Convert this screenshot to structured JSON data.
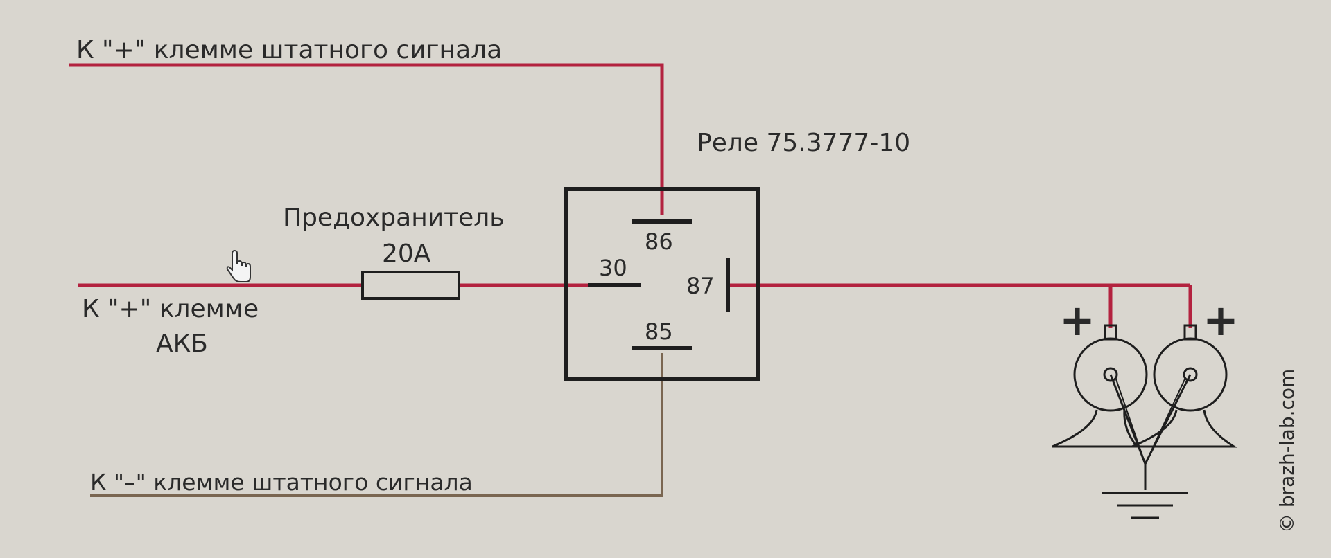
{
  "labels": {
    "top_wire": "К \"+\"  клемме штатного сигнала",
    "relay_title": "Реле 75.3777-10",
    "fuse_title": "Предохранитель",
    "fuse_rating": "20А",
    "battery_line1": "К \"+\" клемме",
    "battery_line2": "АКБ",
    "bottom_wire": "К \"–\" клемме штатного сигнала",
    "horn_plus_left": "+",
    "horn_plus_right": "+",
    "watermark": "© brazh-lab.com"
  },
  "pins": {
    "p86": "86",
    "p30": "30",
    "p87": "87",
    "p85": "85"
  },
  "colors": {
    "background": "#d9d6cf",
    "positive_wire": "#b3223f",
    "negative_wire": "#7a6651",
    "ink": "#1e1e1e",
    "plus_sign": "#c0202e",
    "watermark": "#8f8f8f"
  },
  "icons": {
    "cursor": "hand-cursor-icon",
    "ground": "ground-icon",
    "horn": "horn-icon"
  }
}
